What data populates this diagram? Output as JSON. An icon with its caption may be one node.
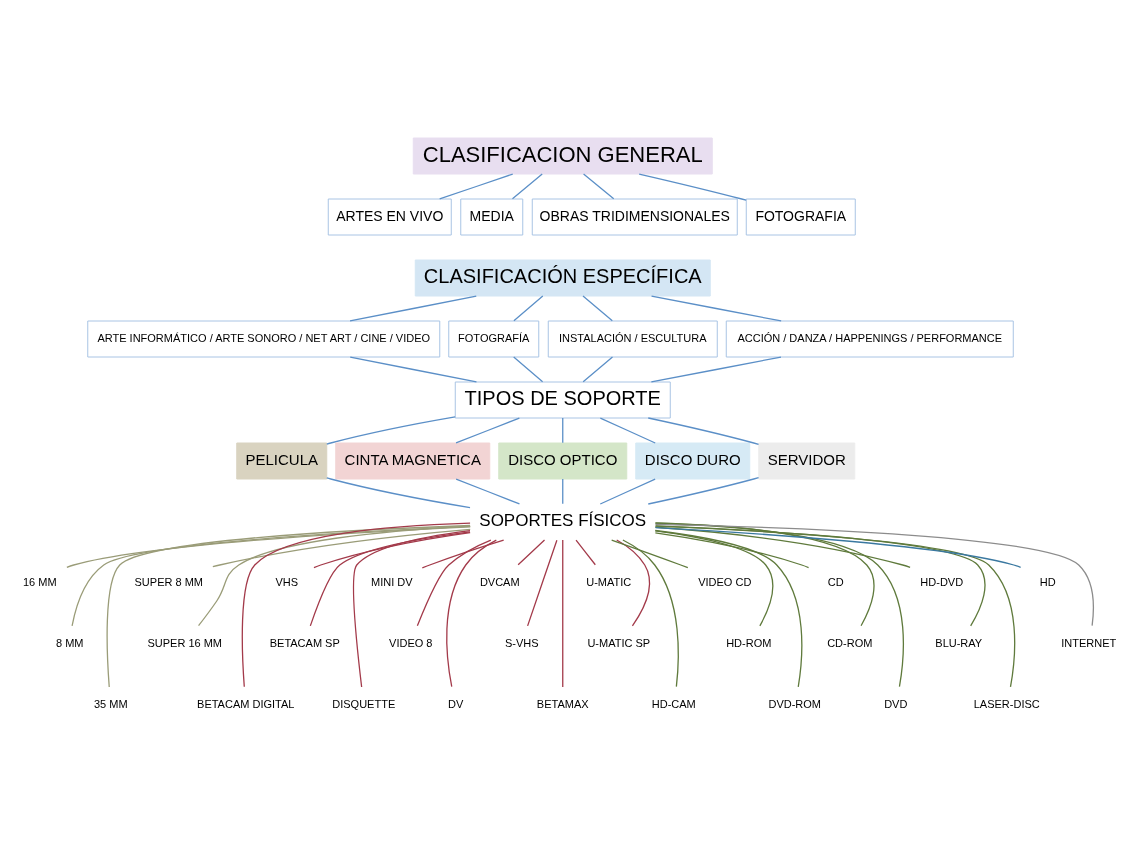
{
  "diagram": {
    "nodes": [
      {
        "text": [
          "CLASIFICACION GENERAL"
        ]
      },
      {
        "text": [
          "ARTES EN VIVO"
        ]
      },
      {
        "text": [
          "MEDIA"
        ]
      },
      {
        "text": [
          "OBRAS TRIDIMENSIONALES"
        ]
      },
      {
        "text": [
          "FOTOGRAFIA"
        ]
      },
      {
        "text": [
          "CLASIFICACIÓN ESPECÍFICA"
        ]
      },
      {
        "text": [
          "ARTE INFORMÁTICO / ARTE SONORO / NET ART / CINE / VIDEO"
        ]
      },
      {
        "text": [
          "FOTOGRAFÍA"
        ]
      },
      {
        "text": [
          "INSTALACIÓN / ESCULTURA"
        ]
      },
      {
        "text": [
          "ACCIÓN / DANZA / HAPPENINGS / PERFORMANCE"
        ]
      },
      {
        "text": [
          "TIPOS DE SOPORTE"
        ]
      },
      {
        "text": [
          "PELICULA"
        ]
      },
      {
        "text": [
          "CINTA MAGNETICA"
        ]
      },
      {
        "text": [
          "DISCO OPTICO"
        ]
      },
      {
        "text": [
          "DISCO DURO"
        ]
      },
      {
        "text": [
          "SERVIDOR"
        ]
      },
      {
        "text": [
          "SOPORTES FÍSICOS"
        ]
      },
      {
        "text": [
          "16 MM"
        ]
      },
      {
        "text": [
          "8 MM"
        ]
      },
      {
        "text": [
          "35 MM"
        ]
      },
      {
        "text": [
          "SUPER 8 MM"
        ]
      },
      {
        "text": [
          "SUPER 16 MM"
        ]
      },
      {
        "text": [
          "BETACAM DIGITAL"
        ]
      },
      {
        "text": [
          "VHS"
        ]
      },
      {
        "text": [
          "BETACAM SP"
        ]
      },
      {
        "text": [
          "DISQUETTE"
        ]
      },
      {
        "text": [
          "MINI DV"
        ]
      },
      {
        "text": [
          "VIDEO 8"
        ]
      },
      {
        "text": [
          "DV"
        ]
      },
      {
        "text": [
          "DVCAM"
        ]
      },
      {
        "text": [
          "S-VHS"
        ]
      },
      {
        "text": [
          "BETAMAX"
        ]
      },
      {
        "text": [
          "U-MATIC"
        ]
      },
      {
        "text": [
          "U-MATIC SP"
        ]
      },
      {
        "text": [
          "HD-CAM"
        ]
      },
      {
        "text": [
          "VIDEO CD"
        ]
      },
      {
        "text": [
          "HD-ROM"
        ]
      },
      {
        "text": [
          "DVD-ROM"
        ]
      },
      {
        "text": [
          "CD"
        ]
      },
      {
        "text": [
          "CD-ROM"
        ]
      },
      {
        "text": [
          "DVD"
        ]
      },
      {
        "text": [
          "HD-DVD"
        ]
      },
      {
        "text": [
          "BLU-RAY"
        ]
      },
      {
        "text": [
          "LASER-DISC"
        ]
      },
      {
        "text": [
          "HD"
        ]
      },
      {
        "text": [
          "INTERNET"
        ]
      }
    ],
    "edges": [
      {
        "from": 0,
        "to": 1,
        "arrow": "none"
      },
      {
        "from": 0,
        "to": 2,
        "arrow": "none"
      },
      {
        "from": 0,
        "to": 3,
        "arrow": "none"
      },
      {
        "from": 0,
        "to": 4,
        "arrow": "none"
      },
      {
        "from": 5,
        "to": 9,
        "arrow": "none"
      },
      {
        "from": 5,
        "to": 6,
        "arrow": "none"
      },
      {
        "from": 5,
        "to": 8,
        "arrow": "none"
      },
      {
        "from": 5,
        "to": 7,
        "arrow": "none"
      },
      {
        "from": 9,
        "to": 10,
        "arrow": "none"
      },
      {
        "from": 6,
        "to": 10,
        "arrow": "none"
      },
      {
        "from": 8,
        "to": 10,
        "arrow": "none"
      },
      {
        "from": 7,
        "to": 10,
        "arrow": "none"
      },
      {
        "from": 10,
        "to": 11,
        "arrow": "none"
      },
      {
        "from": 10,
        "to": 12,
        "arrow": "none"
      },
      {
        "from": 10,
        "to": 13,
        "arrow": "none"
      },
      {
        "from": 10,
        "to": 14,
        "arrow": "none"
      },
      {
        "from": 10,
        "to": 15,
        "arrow": "none"
      },
      {
        "from": 11,
        "to": 16,
        "arrow": "none"
      },
      {
        "from": 12,
        "to": 16,
        "arrow": "none"
      },
      {
        "from": 13,
        "to": 16,
        "arrow": "none"
      },
      {
        "from": 14,
        "to": 16,
        "arrow": "none"
      },
      {
        "from": 15,
        "to": 16,
        "arrow": "none"
      },
      {
        "from": 16,
        "to": 17,
        "arrow": "none",
        "color": "#9a9c78"
      },
      {
        "from": 16,
        "to": 18,
        "arrow": "none",
        "color": "#9a9c78"
      },
      {
        "from": 16,
        "to": 19,
        "arrow": "none",
        "color": "#9a9c78"
      },
      {
        "from": 16,
        "to": 20,
        "arrow": "none",
        "color": "#9a9c78"
      },
      {
        "from": 16,
        "to": 21,
        "arrow": "none",
        "color": "#9a9c78"
      },
      {
        "from": 16,
        "to": 22,
        "arrow": "none",
        "color": "#a33a4a"
      },
      {
        "from": 16,
        "to": 23,
        "arrow": "none",
        "color": "#a33a4a"
      },
      {
        "from": 16,
        "to": 24,
        "arrow": "none",
        "color": "#a33a4a"
      },
      {
        "from": 16,
        "to": 25,
        "arrow": "none",
        "color": "#a33a4a"
      },
      {
        "from": 16,
        "to": 26,
        "arrow": "none",
        "color": "#a33a4a"
      },
      {
        "from": 16,
        "to": 27,
        "arrow": "none",
        "color": "#a33a4a"
      },
      {
        "from": 16,
        "to": 28,
        "arrow": "none",
        "color": "#a33a4a"
      },
      {
        "from": 16,
        "to": 29,
        "arrow": "none",
        "color": "#a33a4a"
      },
      {
        "from": 16,
        "to": 30,
        "arrow": "none",
        "color": "#a33a4a"
      },
      {
        "from": 16,
        "to": 31,
        "arrow": "none",
        "color": "#a33a4a"
      },
      {
        "from": 16,
        "to": 32,
        "arrow": "none",
        "color": "#a33a4a"
      },
      {
        "from": 16,
        "to": 33,
        "arrow": "none",
        "color": "#a33a4a"
      },
      {
        "from": 16,
        "to": 34,
        "arrow": "none",
        "color": "#5f7a3c"
      },
      {
        "from": 16,
        "to": 35,
        "arrow": "none",
        "color": "#5f7a3c"
      },
      {
        "from": 16,
        "to": 36,
        "arrow": "none",
        "color": "#5f7a3c"
      },
      {
        "from": 16,
        "to": 37,
        "arrow": "none",
        "color": "#5f7a3c"
      },
      {
        "from": 16,
        "to": 38,
        "arrow": "none",
        "color": "#5f7a3c"
      },
      {
        "from": 16,
        "to": 39,
        "arrow": "none",
        "color": "#5f7a3c"
      },
      {
        "from": 16,
        "to": 40,
        "arrow": "none",
        "color": "#5f7a3c"
      },
      {
        "from": 16,
        "to": 41,
        "arrow": "none",
        "color": "#5f7a3c"
      },
      {
        "from": 16,
        "to": 42,
        "arrow": "none",
        "color": "#5f7a3c"
      },
      {
        "from": 16,
        "to": 43,
        "arrow": "none",
        "color": "#5f7a3c"
      },
      {
        "from": 16,
        "to": 44,
        "arrow": "none",
        "color": "#3a78a0"
      },
      {
        "from": 16,
        "to": 45,
        "arrow": "none",
        "color": "#8c8c8c"
      }
    ]
  }
}
